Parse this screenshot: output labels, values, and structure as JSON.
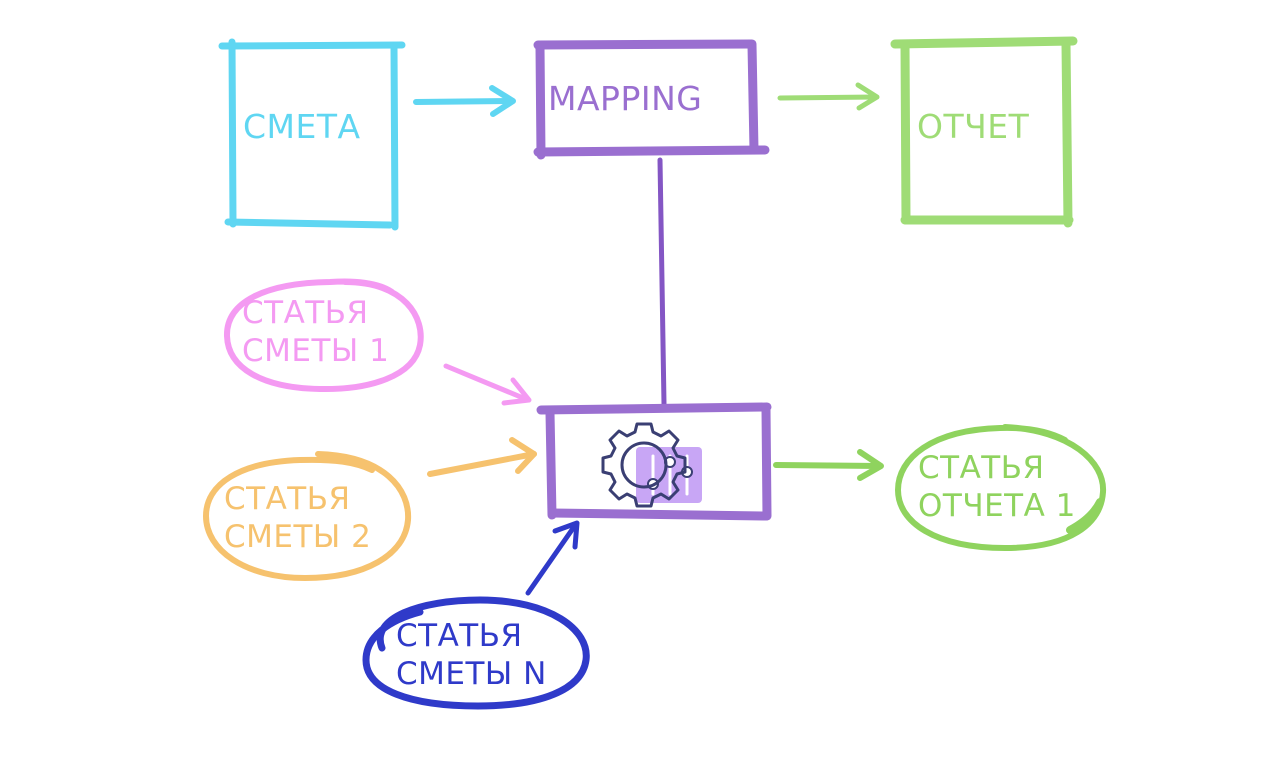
{
  "colors": {
    "smeta": "#5fd6f2",
    "mapping": "#9a6fd0",
    "otchet": "#9fdc76",
    "item1": "#f49af2",
    "item2": "#f6c26e",
    "itemN": "#2f3ac9",
    "report_item": "#8fd35e",
    "gear": "#3a3f73",
    "sliders_bg": "#c8a6f5",
    "connector": "#8456c4"
  },
  "boxes": {
    "smeta": {
      "label": "СМЕТА"
    },
    "mapping": {
      "label": "MAPPING"
    },
    "otchet": {
      "label": "ОТЧЕТ"
    }
  },
  "items": {
    "item1": {
      "line1": "СТАТЬЯ",
      "line2": "СМЕТЫ 1"
    },
    "item2": {
      "line1": "СТАТЬЯ",
      "line2": "СМЕТЫ 2"
    },
    "itemN": {
      "line1": "СТАТЬЯ",
      "line2": "СМЕТЫ N"
    },
    "report_item": {
      "line1": "СТАТЬЯ",
      "line2": "ОТЧЕТА 1"
    }
  },
  "icons": {
    "processor": "gear-icon",
    "settings": "sliders-icon"
  }
}
